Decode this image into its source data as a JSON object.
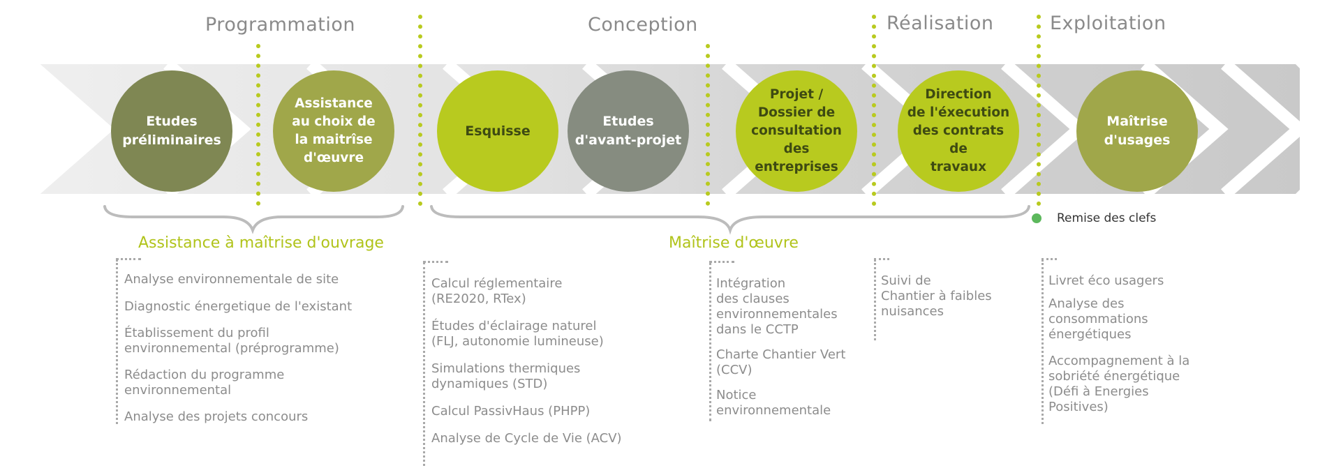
{
  "phases": {
    "programmation": "Programmation",
    "conception": "Conception",
    "realisation": "Réalisation",
    "exploitation": "Exploitation"
  },
  "steps": [
    {
      "label": "Etudes\npréliminaires",
      "color": "#7f8753"
    },
    {
      "label": "Assistance\nau choix de\nla maitrîse\nd'œuvre",
      "color": "#a0a74a"
    },
    {
      "label": "Esquisse",
      "color": "#b8ca1f"
    },
    {
      "label": "Etudes\nd'avant-projet",
      "color": "#868c80"
    },
    {
      "label": "Projet /\nDossier de\nconsultation des\nentreprises",
      "color": "#b8ca1f"
    },
    {
      "label": "Direction\nde l'éxecution\ndes contrats de\ntravaux",
      "color": "#b8ca1f"
    },
    {
      "label": "Maîtrise\nd'usages",
      "color": "#a0a74a"
    }
  ],
  "groups": {
    "amo": "Assistance à maîtrise d'ouvrage",
    "moe": "Maîtrise d'œuvre"
  },
  "legend": {
    "remise": "Remise des clefs",
    "dot_color": "#5cb85c"
  },
  "columns": {
    "amo": [
      "Analyse environnementale de site",
      "Diagnostic énergetique de l'existant",
      "Établissement du profil\nenvironnemental (préprogramme)",
      "Rédaction du programme\nenvironnemental",
      "Analyse des projets concours"
    ],
    "conception": [
      "Calcul réglementaire\n(RE2020, RTex)",
      "Études d'éclairage naturel\n(FLJ, autonomie lumineuse)",
      "Simulations thermiques\ndynamiques (STD)",
      "Calcul PassivHaus (PHPP)",
      "Analyse de Cycle de Vie (ACV)"
    ],
    "projet": [
      "Intégration\ndes clauses\nenvironnementales\ndans le CCTP",
      "Charte Chantier Vert\n(CCV)",
      "Notice\nenvironnementale"
    ],
    "realisation": [
      "Suivi de\nChantier à faibles\nnuisances"
    ],
    "exploitation": [
      "Livret éco usagers",
      "Analyse des\nconsommations\nénergétiques",
      "Accompagnement à la\nsobriété énergétique\n(Défi à Energies\nPositives)"
    ]
  }
}
